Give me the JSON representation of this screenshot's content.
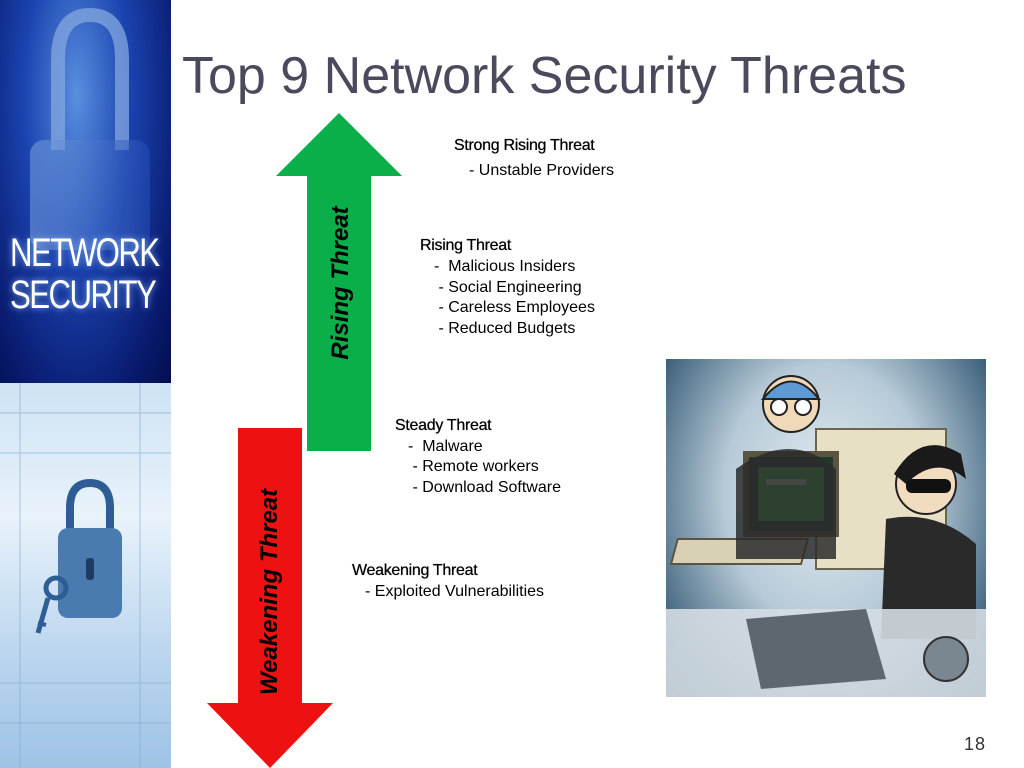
{
  "slide": {
    "title": "Top 9 Network Security Threats",
    "page_number": "18"
  },
  "sidebar": {
    "logo_line1": "NETWORK",
    "logo_line2": "SECURITY"
  },
  "arrows": {
    "rising_label": "Rising Threat",
    "weakening_label": "Weakening Threat",
    "rising_color": "#0aaf4a",
    "weakening_color": "#ee1111"
  },
  "groups": {
    "strong": {
      "title": "Strong Rising Threat",
      "items": [
        "- Unstable Providers"
      ]
    },
    "rising": {
      "title": "Rising Threat",
      "items": [
        "-  Malicious Insiders",
        " - Social Engineering",
        " - Careless Employees",
        " - Reduced Budgets"
      ]
    },
    "steady": {
      "title": "Steady Threat",
      "items": [
        "-  Malware",
        " - Remote workers",
        " - Download Software"
      ]
    },
    "weakening": {
      "title": "Weakening Threat",
      "items": [
        "- Exploited Vulnerabilities"
      ]
    }
  }
}
